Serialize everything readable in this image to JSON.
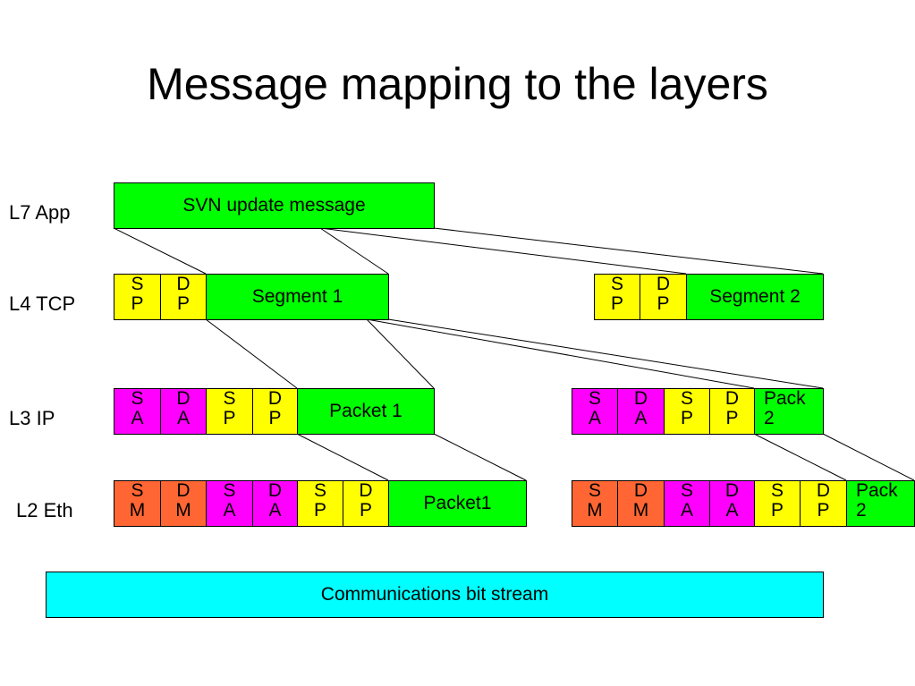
{
  "title": "Message mapping to the layers",
  "layers": {
    "l7": "L7 App",
    "l4": "L4 TCP",
    "l3": "L3 IP",
    "l2": "L2 Eth"
  },
  "l7": {
    "message": "SVN update message"
  },
  "l4": {
    "seg1": {
      "sp": "S\nP",
      "dp": "D\nP",
      "label": "Segment 1"
    },
    "seg2": {
      "sp": "S\nP",
      "dp": "D\nP",
      "label": "Segment 2"
    }
  },
  "l3": {
    "pkt1": {
      "sa": "S\nA",
      "da": "D\nA",
      "sp": "S\nP",
      "dp": "D\nP",
      "label": "Packet 1"
    },
    "pkt2": {
      "sa": "S\nA",
      "da": "D\nA",
      "sp": "S\nP",
      "dp": "D\nP",
      "label": "Pack\n2"
    }
  },
  "l2": {
    "frm1": {
      "sm": "S\nM",
      "dm": "D\nM",
      "sa": "S\nA",
      "da": "D\nA",
      "sp": "S\nP",
      "dp": "D\nP",
      "label": "Packet1"
    },
    "frm2": {
      "sm": "S\nM",
      "dm": "D\nM",
      "sa": "S\nA",
      "da": "D\nA",
      "sp": "S\nP",
      "dp": "D\nP",
      "label": "Pack\n2"
    }
  },
  "bitstream": "Communications bit stream",
  "colors": {
    "payload": "#00ff00",
    "port": "#ffff00",
    "ip_addr": "#ff00ff",
    "mac_addr": "#ff6633",
    "bitstream": "#00ffff"
  }
}
